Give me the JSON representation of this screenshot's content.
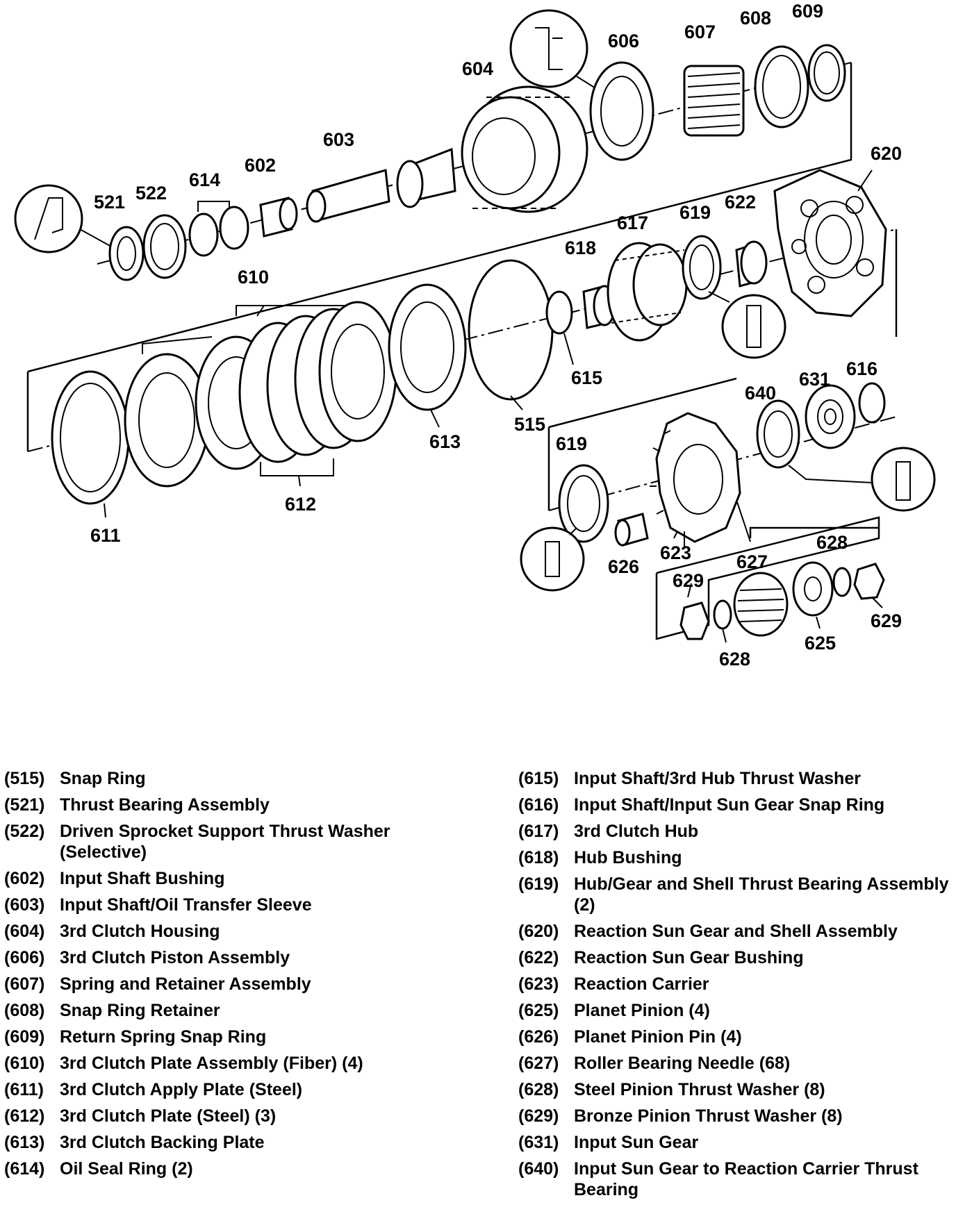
{
  "diagram": {
    "callouts": {
      "c521": "521",
      "c522": "522",
      "c614": "614",
      "c602": "602",
      "c603": "603",
      "c604": "604",
      "c606": "606",
      "c607": "607",
      "c608": "608",
      "c609": "609",
      "c620": "620",
      "c617": "617",
      "c619a": "619",
      "c622": "622",
      "c618": "618",
      "c610": "610",
      "c615": "615",
      "c515": "515",
      "c613": "613",
      "c612": "612",
      "c611": "611",
      "c640": "640",
      "c631": "631",
      "c616": "616",
      "c619b": "619",
      "c626": "626",
      "c623": "623",
      "c627": "627",
      "c628a": "628",
      "c629a": "629",
      "c629b": "629",
      "c625": "625",
      "c628b": "628"
    }
  },
  "legend": {
    "left": [
      {
        "num": "(515)",
        "text": "Snap Ring"
      },
      {
        "num": "(521)",
        "text": "Thrust Bearing Assembly"
      },
      {
        "num": "(522)",
        "text": "Driven Sprocket Support Thrust Washer (Selective)"
      },
      {
        "num": "(602)",
        "text": "Input Shaft Bushing"
      },
      {
        "num": "(603)",
        "text": "Input Shaft/Oil Transfer Sleeve"
      },
      {
        "num": "(604)",
        "text": "3rd Clutch Housing"
      },
      {
        "num": "(606)",
        "text": "3rd Clutch Piston Assembly"
      },
      {
        "num": "(607)",
        "text": "Spring and Retainer Assembly"
      },
      {
        "num": "(608)",
        "text": "Snap Ring Retainer"
      },
      {
        "num": "(609)",
        "text": "Return Spring Snap Ring"
      },
      {
        "num": "(610)",
        "text": "3rd Clutch Plate Assembly (Fiber) (4)"
      },
      {
        "num": "(611)",
        "text": "3rd Clutch Apply Plate (Steel)"
      },
      {
        "num": "(612)",
        "text": "3rd Clutch Plate (Steel) (3)"
      },
      {
        "num": "(613)",
        "text": "3rd Clutch Backing Plate"
      },
      {
        "num": "(614)",
        "text": "Oil Seal Ring (2)"
      }
    ],
    "right": [
      {
        "num": "(615)",
        "text": "Input Shaft/3rd Hub Thrust Washer"
      },
      {
        "num": "(616)",
        "text": "Input Shaft/Input Sun Gear Snap Ring"
      },
      {
        "num": "(617)",
        "text": "3rd Clutch Hub"
      },
      {
        "num": "(618)",
        "text": "Hub Bushing"
      },
      {
        "num": "(619)",
        "text": "Hub/Gear and Shell Thrust Bearing Assembly (2)"
      },
      {
        "num": "(620)",
        "text": "Reaction Sun Gear and Shell Assembly"
      },
      {
        "num": "(622)",
        "text": "Reaction Sun Gear Bushing"
      },
      {
        "num": "(623)",
        "text": "Reaction Carrier"
      },
      {
        "num": "(625)",
        "text": "Planet Pinion (4)"
      },
      {
        "num": "(626)",
        "text": "Planet Pinion Pin (4)"
      },
      {
        "num": "(627)",
        "text": "Roller Bearing Needle (68)"
      },
      {
        "num": "(628)",
        "text": "Steel Pinion Thrust Washer (8)"
      },
      {
        "num": "(629)",
        "text": "Bronze Pinion Thrust Washer (8)"
      },
      {
        "num": "(631)",
        "text": "Input Sun Gear"
      },
      {
        "num": "(640)",
        "text": "Input Sun Gear to Reaction Carrier Thrust Bearing"
      }
    ]
  }
}
